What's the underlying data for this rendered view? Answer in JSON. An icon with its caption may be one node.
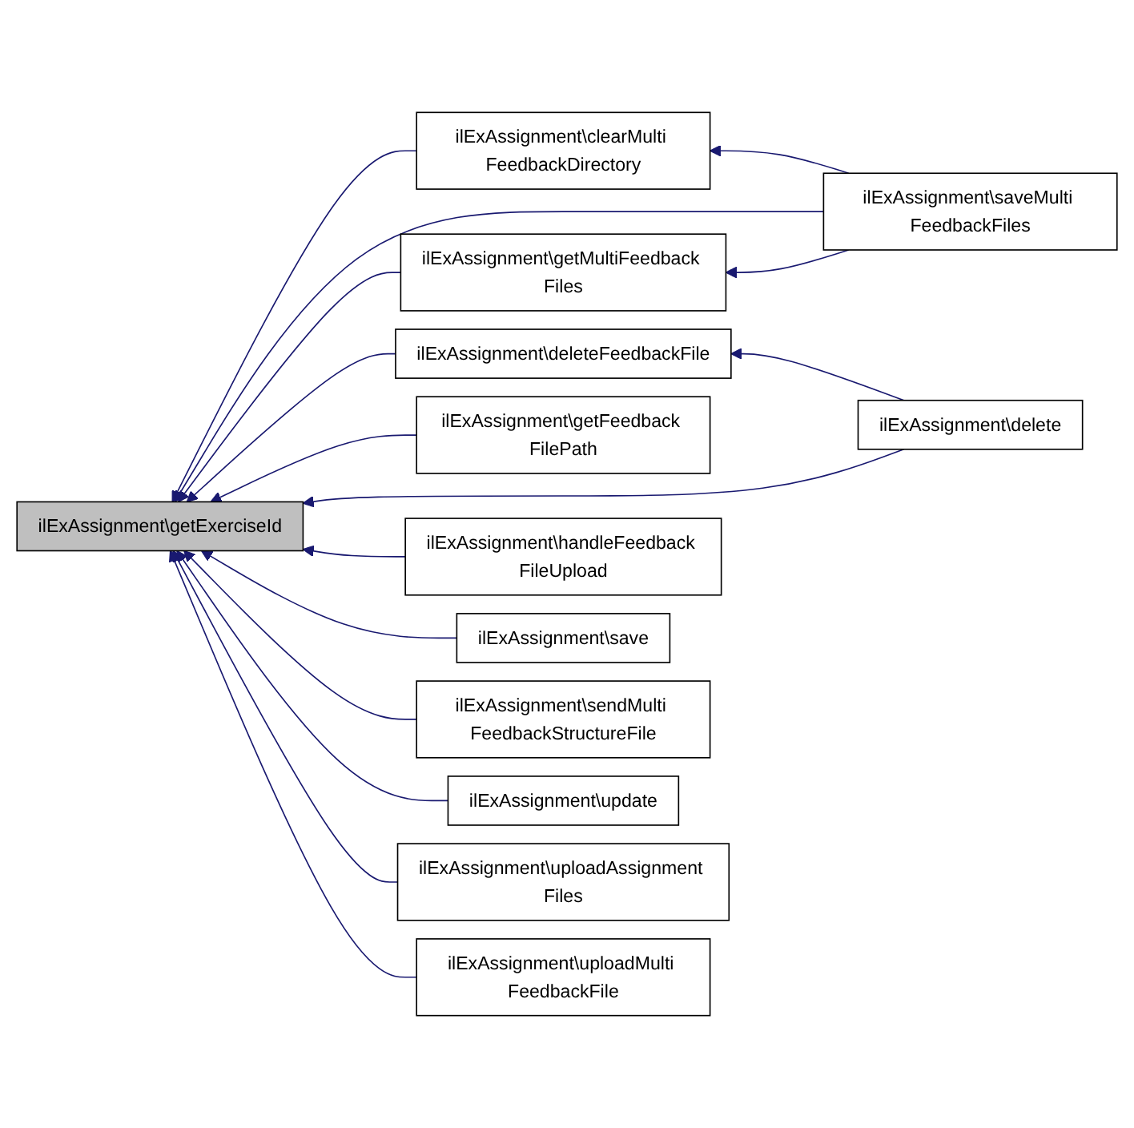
{
  "diagram": {
    "nodes": [
      {
        "text": [
          "ilExAssignment\\clearMulti FeedbackDirectory"
        ]
      },
      {
        "text": [
          "ilExAssignment\\saveMulti FeedbackFiles"
        ]
      },
      {
        "text": [
          "ilExAssignment\\getMultiFeedback Files"
        ]
      },
      {
        "text": [
          "ilExAssignment\\deleteFeedbackFile"
        ]
      },
      {
        "text": [
          "ilExAssignment\\getFeedback FilePath"
        ]
      },
      {
        "text": [
          "ilExAssignment\\delete"
        ]
      },
      {
        "text": [
          "ilExAssignment\\getExerciseId"
        ]
      },
      {
        "text": [
          "ilExAssignment\\handleFeedback FileUpload"
        ]
      },
      {
        "text": [
          "ilExAssignment\\save"
        ]
      },
      {
        "text": [
          "ilExAssignment\\sendMulti FeedbackStructureFile"
        ]
      },
      {
        "text": [
          "ilExAssignment\\update"
        ]
      },
      {
        "text": [
          "ilExAssignment\\uploadAssignment Files"
        ]
      },
      {
        "text": [
          "ilExAssignment\\uploadMulti FeedbackFile"
        ]
      }
    ],
    "edges": [
      {
        "from": 0,
        "to": 6,
        "arrow": "to"
      },
      {
        "from": 1,
        "to": 0,
        "arrow": "to"
      },
      {
        "from": 1,
        "to": 6,
        "arrow": "to"
      },
      {
        "from": 1,
        "to": 2,
        "arrow": "to"
      },
      {
        "from": 2,
        "to": 6,
        "arrow": "to"
      },
      {
        "from": 3,
        "to": 6,
        "arrow": "to"
      },
      {
        "from": 5,
        "to": 3,
        "arrow": "to"
      },
      {
        "from": 4,
        "to": 6,
        "arrow": "to"
      },
      {
        "from": 5,
        "to": 6,
        "arrow": "to"
      },
      {
        "from": 7,
        "to": 6,
        "arrow": "to"
      },
      {
        "from": 8,
        "to": 6,
        "arrow": "to"
      },
      {
        "from": 9,
        "to": 6,
        "arrow": "to"
      },
      {
        "from": 10,
        "to": 6,
        "arrow": "to"
      },
      {
        "from": 11,
        "to": 6,
        "arrow": "to"
      },
      {
        "from": 12,
        "to": 6,
        "arrow": "to"
      }
    ]
  }
}
